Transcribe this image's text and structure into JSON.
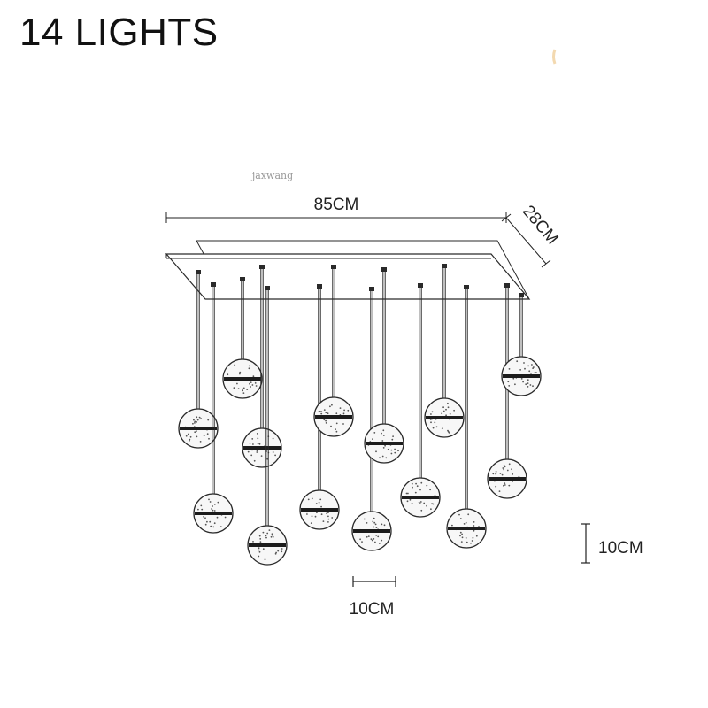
{
  "title": "14 LIGHTS",
  "watermark": "jaxwang",
  "dimensions": {
    "length": "85CM",
    "depth": "28CM",
    "ball_height": "10CM",
    "ball_width": "10CM"
  },
  "colors": {
    "line": "#2a2a2a",
    "text": "#111111",
    "watermark": "#9a9a9a",
    "accent_mark": "#f3d9b0"
  },
  "lamp_count": 14
}
